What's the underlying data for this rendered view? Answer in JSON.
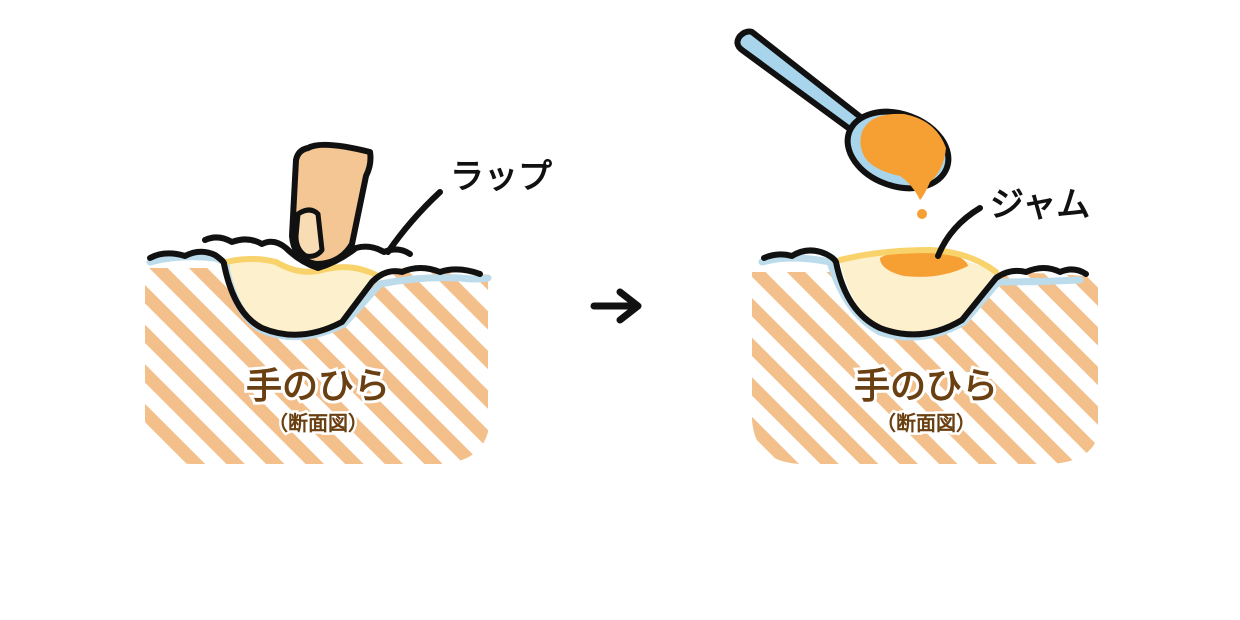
{
  "left_panel": {
    "callout_label": "ラップ",
    "region_label": "手のひら",
    "region_sublabel": "（断面図）"
  },
  "right_panel": {
    "callout_label": "ジャム",
    "region_label": "手のひら",
    "region_sublabel": "（断面図）"
  },
  "colors": {
    "stripe": "#f3c08c",
    "cavity_fill": "#fdf0cc",
    "cavity_rim": "#f8d26a",
    "film": "#bcdcec",
    "finger": "#f3c694",
    "fingernail": "#f8dcb4",
    "spoon": "#a9d5ec",
    "jam": "#f6a033",
    "jam_pool": "#f6a033",
    "label_text": "#6a4012",
    "outline": "#111111"
  }
}
